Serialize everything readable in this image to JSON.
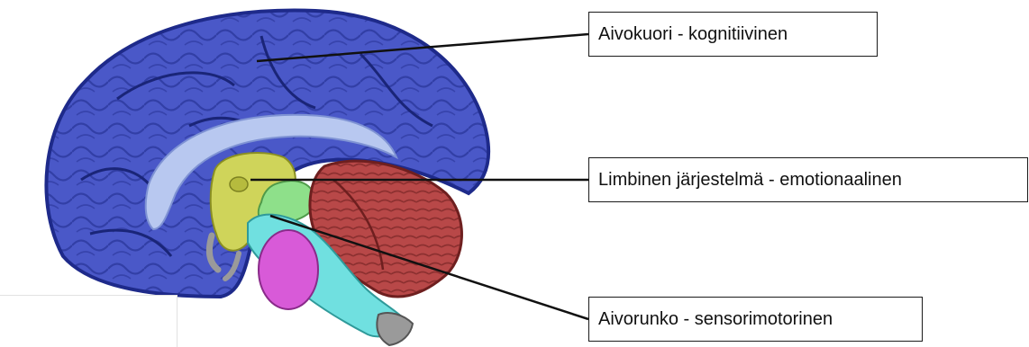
{
  "labels": {
    "cortex": "Aivokuori - kognitiivinen",
    "limbic": "Limbinen järjestelmä - emotionaalinen",
    "brainstem": "Aivorunko - sensorimotorinen"
  },
  "colors": {
    "cortex": "#4a58c8",
    "cortex_dark": "#1e2a8a",
    "corpus_callosum": "#b8c8f0",
    "limbic": "#cfd45a",
    "hippocampus_green": "#8ee08a",
    "cerebellum": "#b84848",
    "pons": "#d85ad8",
    "brainstem": "#70e0e0",
    "spinal_gray": "#9a9a9a",
    "line": "#111111"
  }
}
